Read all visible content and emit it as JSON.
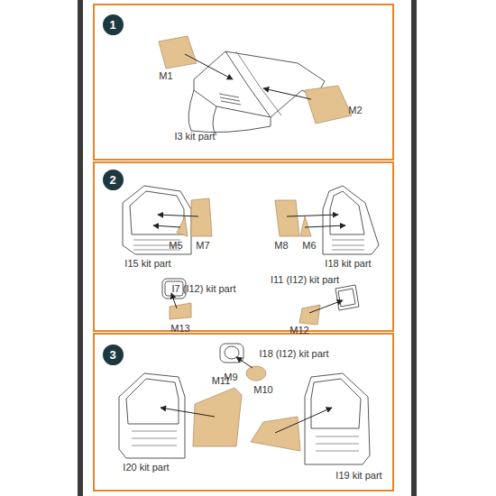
{
  "diagram": {
    "nodes": [
      {
        "text": [
          "1"
        ]
      },
      {
        "text": [
          "2"
        ]
      },
      {
        "text": [
          "3"
        ]
      }
    ],
    "labels": [
      "M1",
      "M2",
      "I3 kit part",
      "M5",
      "M7",
      "I15 kit part",
      "M8",
      "M6",
      "I18 kit part",
      "I7 (I12) kit part",
      "M13",
      "I11 (I12) kit part",
      "M12",
      "I18 (I12) kit part",
      "M9",
      "M11",
      "M10",
      "I20 kit part",
      "I19 kit part"
    ]
  }
}
